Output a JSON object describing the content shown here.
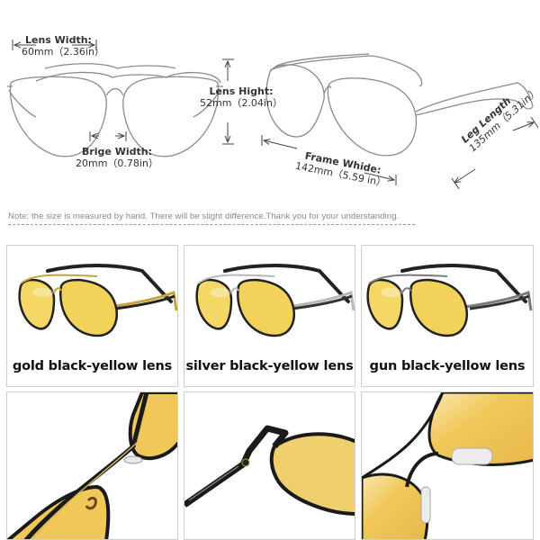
{
  "dimensions": {
    "lens_width": {
      "title": "Lens Width:",
      "value": "60mm（2.36in）"
    },
    "bridge_width": {
      "title": "Brige Width:",
      "value": "20mm（0.78in）"
    },
    "lens_height": {
      "title": "Lens Hight:",
      "value": "52mm（2.04in）"
    },
    "frame_width": {
      "title": "Frame Whide:",
      "value": "142mm（5.59 in）"
    },
    "leg_length": {
      "title": "Leg Length",
      "value": "135mm（5.31in）"
    }
  },
  "note": "Note: the size is measured by hand. There will be slight difference.Thank you for your understanding.",
  "variants": [
    {
      "label": "gold black-yellow lens",
      "frame_color": "#c9a23a",
      "rim_color": "#1a1a1a",
      "lens_color": "#f3d25a"
    },
    {
      "label": "silver black-yellow lens",
      "frame_color": "#b8b8b8",
      "rim_color": "#1a1a1a",
      "lens_color": "#f3d25a"
    },
    {
      "label": "gun black-yellow lens",
      "frame_color": "#7a7a7a",
      "rim_color": "#1a1a1a",
      "lens_color": "#f3d25a"
    }
  ],
  "detail_photos": [
    {
      "subject": "bridge-closeup"
    },
    {
      "subject": "hinge-closeup"
    },
    {
      "subject": "nose-pad-closeup"
    }
  ],
  "colors": {
    "lens_yellow": "#f0c85a",
    "border_gray": "#cfcfcf",
    "note_gray": "#888888"
  }
}
